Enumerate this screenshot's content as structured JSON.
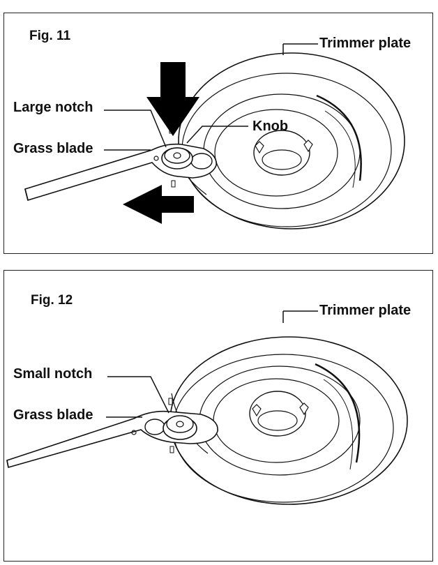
{
  "fig11": {
    "title": "Fig. 11",
    "labels": {
      "trimmer_plate": "Trimmer plate",
      "large_notch": "Large notch",
      "knob": "Knob",
      "grass_blade": "Grass blade"
    }
  },
  "fig12": {
    "title": "Fig. 12",
    "labels": {
      "trimmer_plate": "Trimmer plate",
      "small_notch": "Small notch",
      "grass_blade": "Grass blade"
    }
  }
}
